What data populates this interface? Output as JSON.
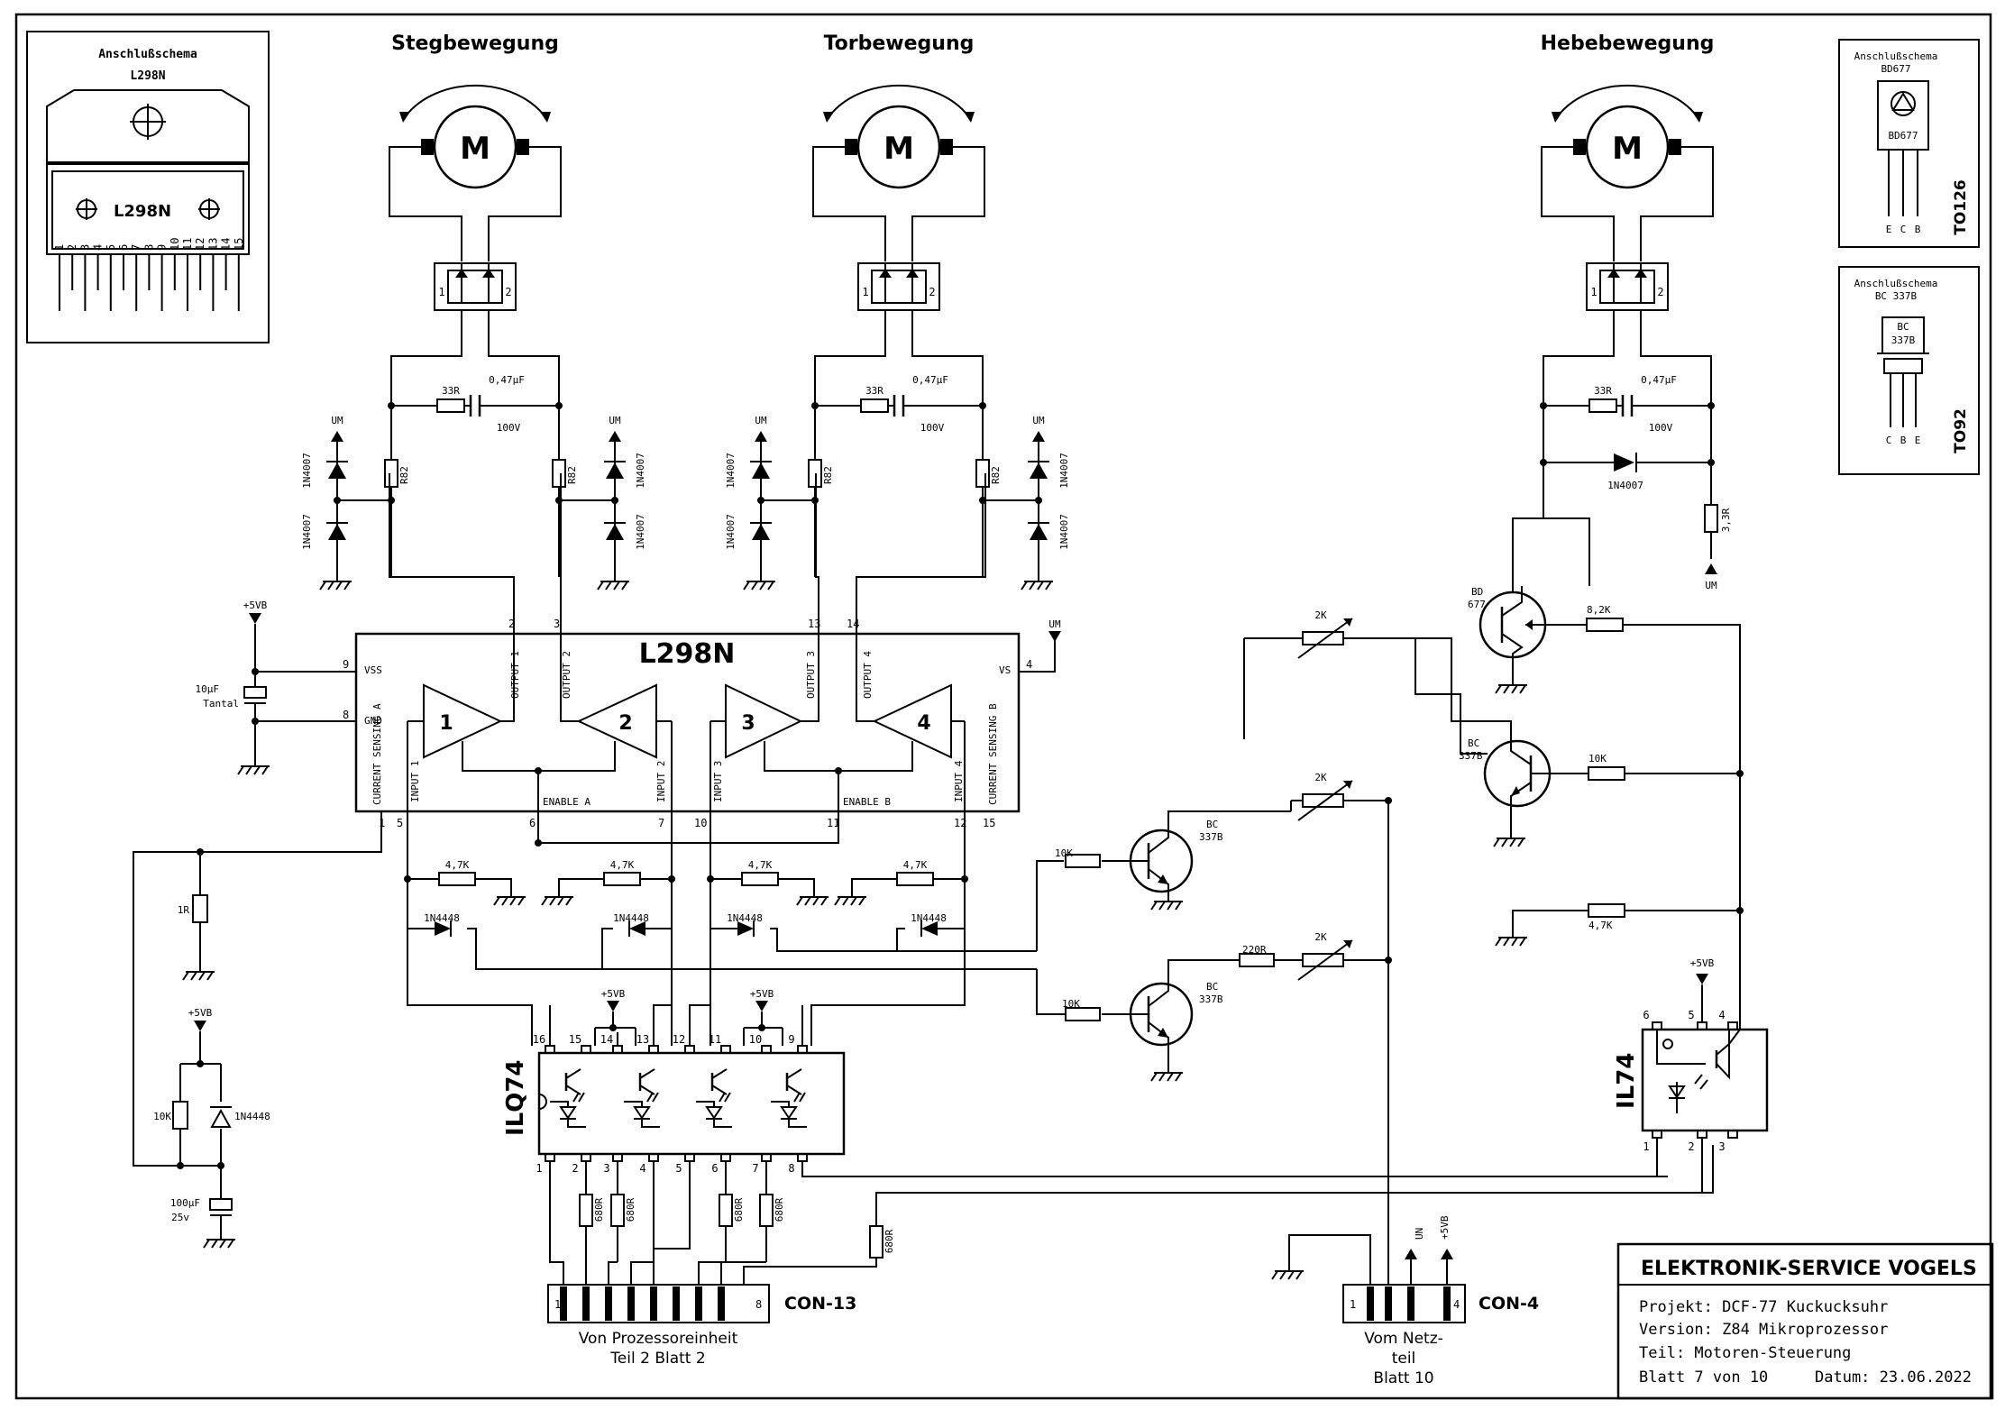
{
  "motors": [
    {
      "title": "Stegbewegung",
      "letter": "M",
      "conn_pins": [
        "1",
        "2"
      ],
      "resistor": "33R",
      "cap": "0,47µF",
      "cap_v": "100V",
      "r_left": "R82",
      "r_right": "R82",
      "d_top_left": "1N4007",
      "d_bot_left": "1N4007",
      "d_top_right": "1N4007",
      "d_bot_right": "1N4007",
      "um": "UM"
    },
    {
      "title": "Torbewegung",
      "letter": "M",
      "conn_pins": [
        "1",
        "2"
      ],
      "resistor": "33R",
      "cap": "0,47µF",
      "cap_v": "100V",
      "r_left": "R82",
      "r_right": "R82",
      "d_top_left": "1N4007",
      "d_bot_left": "1N4007",
      "d_top_right": "1N4007",
      "d_bot_right": "1N4007",
      "um": "UM"
    },
    {
      "title": "Hebebewegung",
      "letter": "M",
      "conn_pins": [
        "1",
        "2"
      ],
      "resistor": "33R",
      "cap": "0,47µF",
      "cap_v": "100V",
      "diode": "1N4007",
      "r_sense": "3,3R",
      "um": "UM"
    }
  ],
  "pinout_l298": {
    "heading": "Anschlußschema",
    "part": "L298N",
    "chip": "L298N",
    "pins": [
      "1",
      "2",
      "3",
      "4",
      "5",
      "6",
      "7",
      "8",
      "9",
      "10",
      "11",
      "12",
      "13",
      "14",
      "15"
    ]
  },
  "pinout_bd677": {
    "heading": "Anschlußschema",
    "part": "BD677",
    "chip": "BD677",
    "pins": [
      "E",
      "C",
      "B"
    ],
    "package": "TO126"
  },
  "pinout_bc337": {
    "heading": "Anschlußschema",
    "part": "BC 337B",
    "chip_l1": "BC",
    "chip_l2": "337B",
    "pins": [
      "C",
      "B",
      "E"
    ],
    "package": "TO92"
  },
  "l298": {
    "name": "L298N",
    "amps": [
      "1",
      "2",
      "3",
      "4"
    ],
    "out_labels": [
      "OUTPUT 1",
      "OUTPUT 2",
      "OUTPUT 3",
      "OUTPUT 4"
    ],
    "in_labels": [
      "INPUT 1",
      "INPUT 2",
      "INPUT 3",
      "INPUT 4"
    ],
    "cs_a": "CURRENT SENSING A",
    "cs_b": "CURRENT SENSING B",
    "en_a": "ENABLE A",
    "en_b": "ENABLE B",
    "vss": "VSS",
    "gnd": "GND",
    "vs": "VS",
    "top_pins": [
      "2",
      "3",
      "13",
      "14"
    ],
    "bottom_pins": [
      "1",
      "5",
      "6",
      "7",
      "10",
      "11",
      "12",
      "15"
    ],
    "left_pins": [
      "9",
      "8"
    ],
    "right_pin": "4",
    "um": "UM"
  },
  "supply": {
    "v5": "+5VB",
    "cap": "10µF",
    "cap2": "Tantal",
    "r_sense": "1R",
    "v5b": "+5VB",
    "r10k": "10K",
    "diode": "1N4448",
    "cap_big": "100µF",
    "cap_big_v": "25v"
  },
  "input_net": {
    "r": [
      "4,7K",
      "4,7K",
      "4,7K",
      "4,7K"
    ],
    "d": [
      "1N4448",
      "1N4448",
      "1N4448",
      "1N4448"
    ]
  },
  "ilq74": {
    "name": "ILQ74",
    "top_pins": [
      "16",
      "15",
      "14",
      "13",
      "12",
      "11",
      "10",
      "9"
    ],
    "bottom_pins": [
      "1",
      "2",
      "3",
      "4",
      "5",
      "6",
      "7",
      "8"
    ],
    "v5a": "+5VB",
    "v5b": "+5VB",
    "r": [
      "680R",
      "680R",
      "680R",
      "680R"
    ],
    "r_single": "680R"
  },
  "con13": {
    "name": "CON-13",
    "pin_first": "1",
    "pin_last": "8",
    "caption1": "Von Prozessoreinheit",
    "caption2": "Teil 2  Blatt 2"
  },
  "con4": {
    "name": "CON-4",
    "pin_first": "1",
    "pin_last": "4",
    "un": "UN",
    "v5": "+5VB",
    "caption1": "Vom Netz-",
    "caption2": "teil",
    "caption3": "Blatt 10"
  },
  "middle": {
    "pot1": "2K",
    "pot2": "2K",
    "pot3": "2K",
    "r10k_a": "10K",
    "r10k_b": "10K",
    "r220": "220R",
    "t1": "BC",
    "t1b": "337B",
    "t2": "BC",
    "t2b": "337B"
  },
  "lift": {
    "t_bd": "BD",
    "t_bd2": "677",
    "r82k": "8,2K",
    "t_bc": "BC",
    "t_bc2": "337B",
    "r10k": "10K",
    "r47k": "4,7K",
    "il74": "IL74",
    "v5": "+5VB",
    "pins_top": [
      "6",
      "5",
      "4"
    ],
    "pins_bot": [
      "1",
      "2",
      "3"
    ]
  },
  "titleblock": {
    "company": "ELEKTRONIK-SERVICE VOGELS",
    "project": "Projekt: DCF-77 Kuckucksuhr",
    "version": "Version: Z84 Mikroprozessor",
    "part": "Teil: Motoren-Steuerung",
    "sheet": "Blatt 7 von 10",
    "date": "Datum: 23.06.2022"
  }
}
